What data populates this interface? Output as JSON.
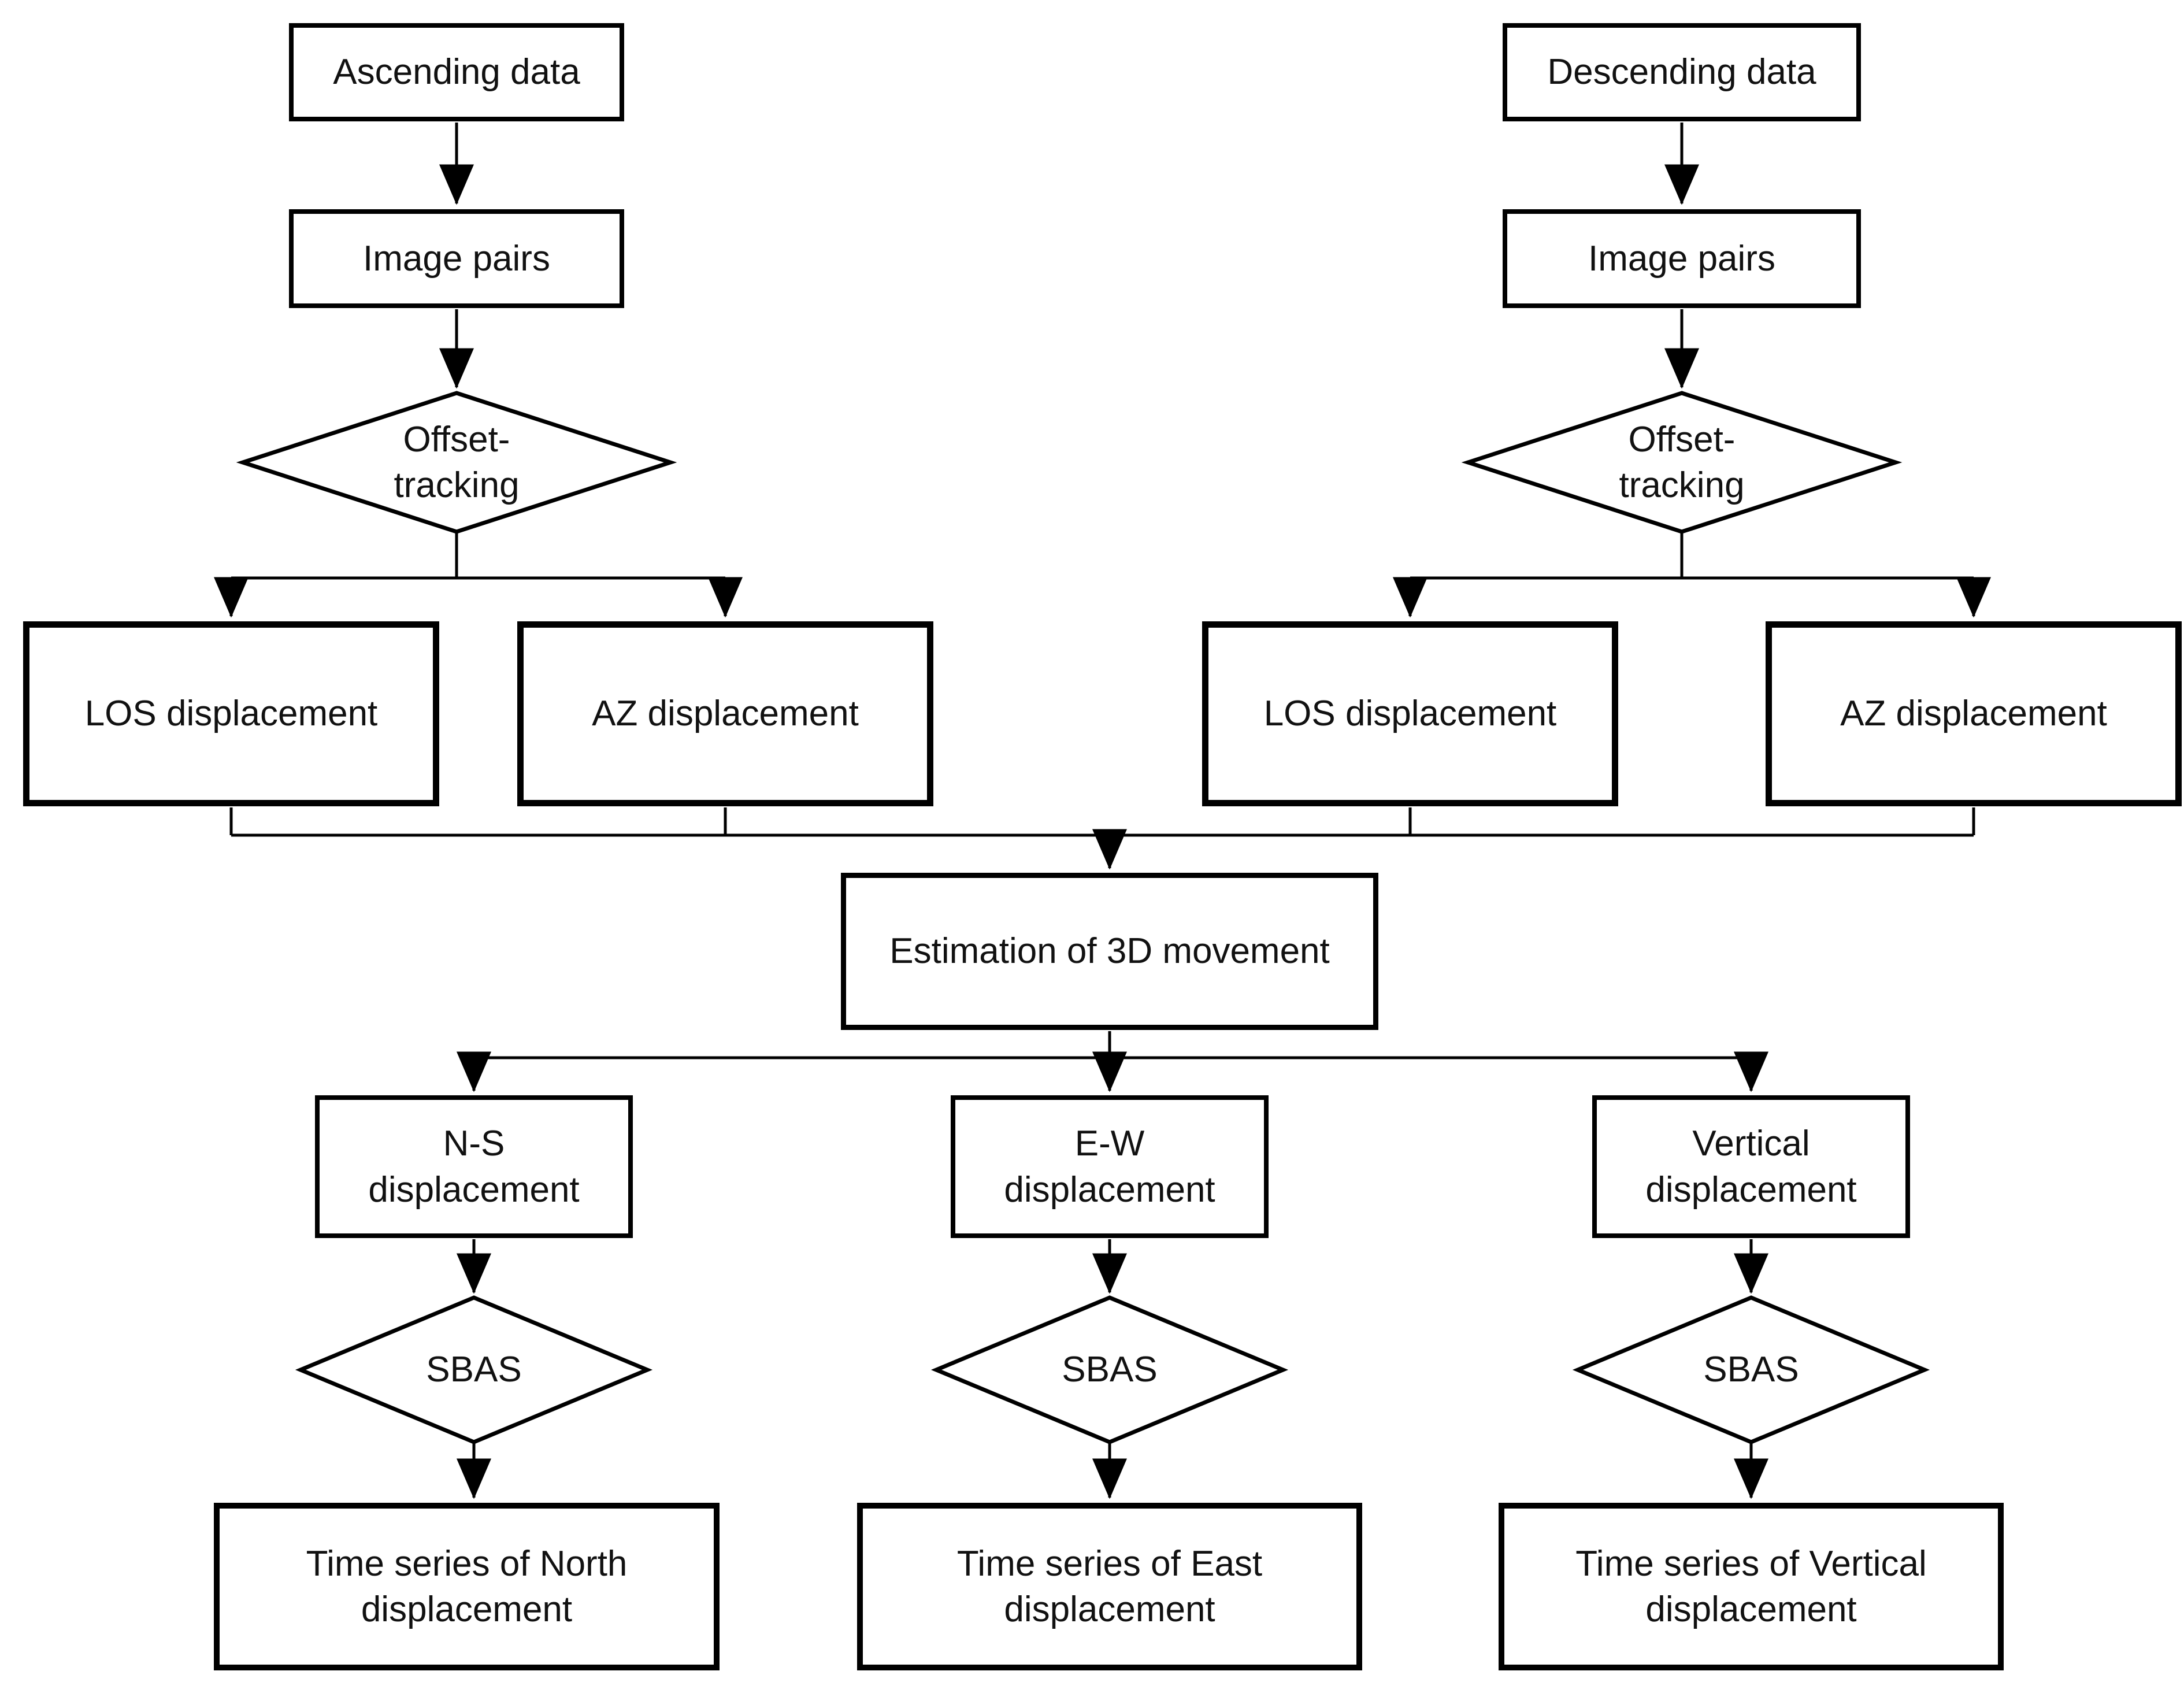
{
  "colors": {
    "background": "#ffffff",
    "line": "#000000",
    "text": "#111111"
  },
  "nodes": {
    "ascending_data": {
      "lines": [
        "Ascending data"
      ]
    },
    "ascending_image_pairs": {
      "lines": [
        "Image pairs"
      ]
    },
    "offset_tracking_asc": {
      "lines": [
        "Offset-",
        "tracking"
      ]
    },
    "los_displacement_asc": {
      "lines": [
        "LOS displacement"
      ]
    },
    "az_displacement_asc": {
      "lines": [
        "AZ displacement"
      ]
    },
    "descending_data": {
      "lines": [
        "Descending data"
      ]
    },
    "descending_image_pairs": {
      "lines": [
        "Image pairs"
      ]
    },
    "offset_tracking_desc": {
      "lines": [
        "Offset-",
        "tracking"
      ]
    },
    "los_displacement_desc": {
      "lines": [
        "LOS displacement"
      ]
    },
    "az_displacement_desc": {
      "lines": [
        "AZ displacement"
      ]
    },
    "estimation_3d": {
      "lines": [
        "Estimation of 3D movement"
      ]
    },
    "ns_displacement": {
      "lines": [
        "N-S",
        "displacement"
      ]
    },
    "ew_displacement": {
      "lines": [
        "E-W",
        "displacement"
      ]
    },
    "vertical_displacement": {
      "lines": [
        "Vertical",
        "displacement"
      ]
    },
    "sbas_ns": {
      "lines": [
        "SBAS"
      ]
    },
    "sbas_ew": {
      "lines": [
        "SBAS"
      ]
    },
    "sbas_vertical": {
      "lines": [
        "SBAS"
      ]
    },
    "time_series_north": {
      "lines": [
        "Time series of North",
        "displacement"
      ]
    },
    "time_series_east": {
      "lines": [
        "Time series of East",
        "displacement"
      ]
    },
    "time_series_vertical": {
      "lines": [
        "Time series of Vertical",
        "displacement"
      ]
    }
  }
}
